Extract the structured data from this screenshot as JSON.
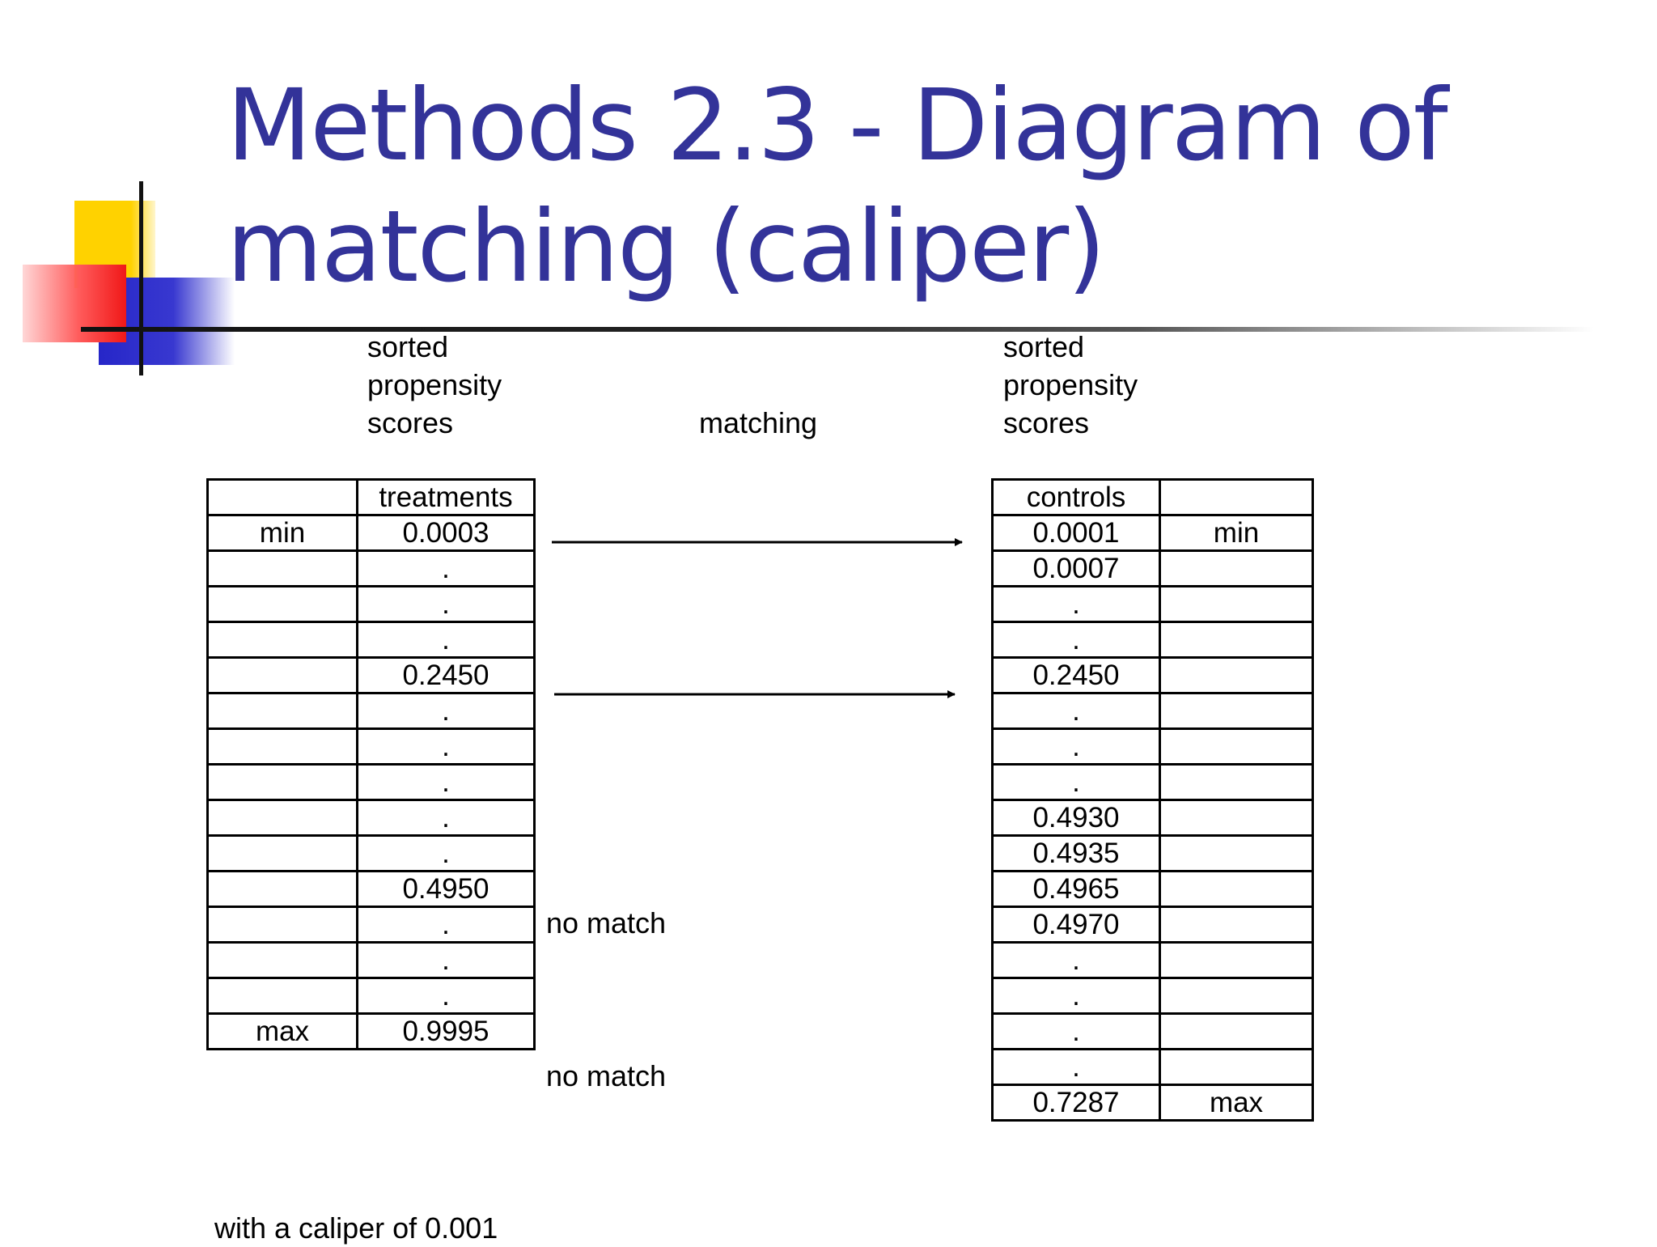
{
  "slide": {
    "title_lines": [
      "Methods 2.3 - Diagram of",
      "matching (caliper)"
    ],
    "colors": {
      "title": "#333399",
      "deco_yellow": "#ffd200",
      "deco_red": "#f01818",
      "deco_blue": "#2626c8"
    }
  },
  "labels": {
    "left_header": [
      "sorted",
      "propensity",
      "scores"
    ],
    "middle_header": "matching",
    "right_header": [
      "sorted",
      "propensity",
      "scores"
    ],
    "footer": "with a caliper of 0.001"
  },
  "treatments_table": {
    "header": [
      "",
      "treatments"
    ],
    "rows": [
      [
        "min",
        "0.0003"
      ],
      [
        "",
        "."
      ],
      [
        "",
        "."
      ],
      [
        "",
        "."
      ],
      [
        "",
        "0.2450"
      ],
      [
        "",
        "."
      ],
      [
        "",
        "."
      ],
      [
        "",
        "."
      ],
      [
        "",
        "."
      ],
      [
        "",
        "."
      ],
      [
        "",
        "0.4950"
      ],
      [
        "",
        "."
      ],
      [
        "",
        "."
      ],
      [
        "",
        "."
      ],
      [
        "max",
        "0.9995"
      ]
    ]
  },
  "controls_table": {
    "header": [
      "controls",
      ""
    ],
    "rows": [
      [
        "0.0001",
        "min"
      ],
      [
        "0.0007",
        ""
      ],
      [
        ".",
        ""
      ],
      [
        ".",
        ""
      ],
      [
        "0.2450",
        ""
      ],
      [
        ".",
        ""
      ],
      [
        ".",
        ""
      ],
      [
        ".",
        ""
      ],
      [
        "0.4930",
        ""
      ],
      [
        "0.4935",
        ""
      ],
      [
        "0.4965",
        ""
      ],
      [
        "0.4970",
        ""
      ],
      [
        ".",
        ""
      ],
      [
        ".",
        ""
      ],
      [
        ".",
        ""
      ],
      [
        ".",
        ""
      ],
      [
        "0.7287",
        "max"
      ]
    ]
  },
  "annotations": {
    "no_match_1": "no match",
    "no_match_2": "no match"
  }
}
